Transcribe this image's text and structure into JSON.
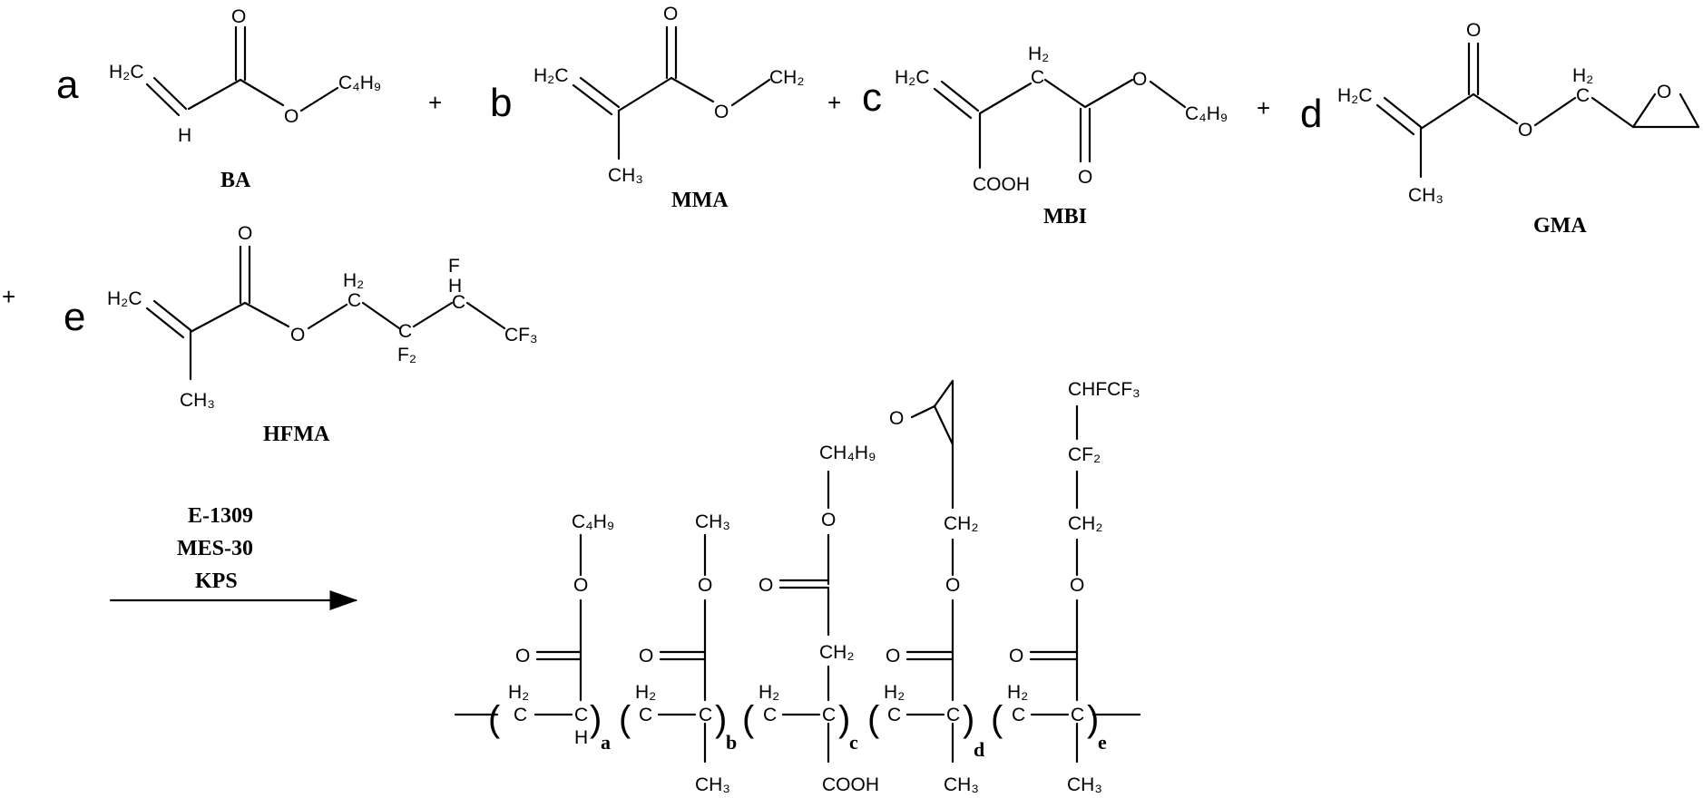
{
  "coefficients": {
    "a": "a",
    "b": "b",
    "c": "c",
    "d": "d",
    "e": "e"
  },
  "plus": "+",
  "monomers": {
    "ba": "BA",
    "mma": "MMA",
    "mbi": "MBI",
    "gma": "GMA",
    "hfma": "HFMA"
  },
  "atoms": {
    "h2c": "H₂C",
    "ch2": "CH₂",
    "h2": "H₂",
    "h": "H",
    "o": "O",
    "c": "C",
    "f": "F",
    "f2": "F₂",
    "c4h9": "C₄H₉",
    "ch4h9": "CH₄H₉",
    "ch3": "CH₃",
    "cf3": "CF₃",
    "cf2": "CF₂",
    "cooh": "COOH",
    "chfcf3": "CHFCF₃"
  },
  "reagents": {
    "line1": "E-1309",
    "line2": "MES-30",
    "line3": "KPS"
  },
  "subscripts": {
    "a": "a",
    "b": "b",
    "c": "c",
    "d": "d",
    "e": "e"
  }
}
